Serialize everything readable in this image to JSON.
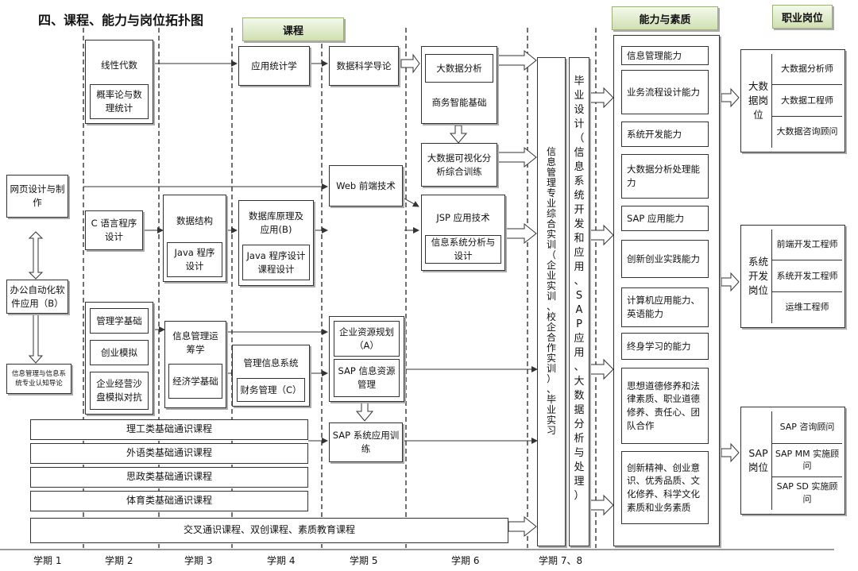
{
  "title": "四、课程、能力与岗位拓扑图",
  "headers": {
    "course": "课程",
    "ability": "能力与素质",
    "job": "职业岗位"
  },
  "semesters": [
    "学期 1",
    "学期 2",
    "学期 3",
    "学期 4",
    "学期 5",
    "学期 6",
    "学期 7、8"
  ],
  "courses": {
    "web_design": "网页设计与制作",
    "office": "办公自动化软件应用（B）",
    "info_intro": "信息管理与信息系统专业认知导论",
    "linear_algebra": "线性代数",
    "probability": "概率论与数理统计",
    "c_lang": "C 语言程序设计",
    "mgmt_basics": "管理学基础",
    "startup_sim": "创业模拟",
    "sandbox": "企业经营沙盘模拟对抗",
    "data_struct": "数据结构",
    "java": "Java 程序设计",
    "info_ops": "信息管理运筹学",
    "economics": "经济学基础",
    "applied_stats": "应用统计学",
    "db": "数据库原理及应用(B)",
    "java_design": "Java 程序设计课程设计",
    "mis": "管理信息系统",
    "finance": "财务管理（C）",
    "data_sci": "数据科学导论",
    "web_front": "Web 前端技术",
    "erp": "企业资源规划（A）",
    "sap_res": "SAP 信息资源管理",
    "sap_app": "SAP 系统应用训练",
    "bigdata_analysis": "大数据分析",
    "bi": "商务智能基础",
    "viz": "大数据可视化分析综合训练",
    "jsp": "JSP 应用技术",
    "isad": "信息系统分析与设计",
    "general_sci": "理工类基础通识课程",
    "general_lang": "外语类基础通识课程",
    "general_pol": "思政类基础通识课程",
    "general_pe": "体育类基础通识课程",
    "cross": "交叉通识课程、双创课程、素质教育课程"
  },
  "practice": "信息管理专业综合实训（企业实训、校企合作实训）、毕业实习",
  "graduation": "毕业设计（信息系统开发和应用、SAP应用、大数据分析与处理）",
  "abilities": [
    "信息管理能力",
    "业务流程设计能力",
    "系统开发能力",
    "大数据分析处理能力",
    "SAP 应用能力",
    "创新创业实践能力",
    "计算机应用能力、英语能力",
    "终身学习的能力",
    "思想道德修养和法律素质、职业道德修养、责任心、团队合作",
    "创新精神、创业意识、优秀品质、文化修养、科学文化素质和业务素质"
  ],
  "jobs": [
    {
      "category": "大数据岗位",
      "roles": [
        "大数据分析师",
        "大数据工程师",
        "大数据咨询顾问"
      ]
    },
    {
      "category": "系统开发岗位",
      "roles": [
        "前端开发工程师",
        "系统开发工程师",
        "运维工程师"
      ]
    },
    {
      "category": "SAP 岗位",
      "roles": [
        "SAP 咨询顾问",
        "SAP MM 实施顾问",
        "SAP SD 实施顾问"
      ]
    }
  ]
}
